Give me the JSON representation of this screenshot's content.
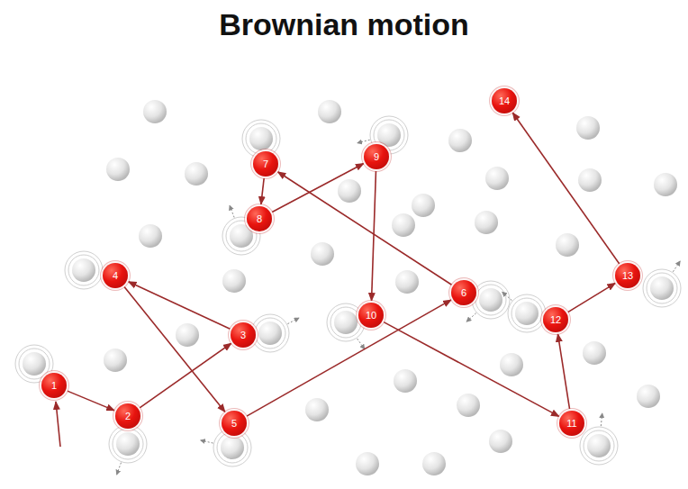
{
  "diagram": {
    "title": "Brownian motion",
    "nodes": [
      {
        "text": [
          "1"
        ]
      },
      {
        "text": [
          "2"
        ]
      },
      {
        "text": [
          "3"
        ]
      },
      {
        "text": [
          "4"
        ]
      },
      {
        "text": [
          "5"
        ]
      },
      {
        "text": [
          "6"
        ]
      },
      {
        "text": [
          "7"
        ]
      },
      {
        "text": [
          "8"
        ]
      },
      {
        "text": [
          "9"
        ]
      },
      {
        "text": [
          "10"
        ]
      },
      {
        "text": [
          "11"
        ]
      },
      {
        "text": [
          "12"
        ]
      },
      {
        "text": [
          "13"
        ]
      },
      {
        "text": [
          "14"
        ]
      }
    ],
    "edges": [
      {
        "from": 0,
        "to": 1,
        "arrow": "to"
      },
      {
        "from": 1,
        "to": 2,
        "arrow": "to"
      },
      {
        "from": 2,
        "to": 3,
        "arrow": "to"
      },
      {
        "from": 3,
        "to": 4,
        "arrow": "to"
      },
      {
        "from": 4,
        "to": 5,
        "arrow": "to"
      },
      {
        "from": 5,
        "to": 6,
        "arrow": "to"
      },
      {
        "from": 6,
        "to": 7,
        "arrow": "to"
      },
      {
        "from": 7,
        "to": 8,
        "arrow": "to"
      },
      {
        "from": 8,
        "to": 9,
        "arrow": "to"
      },
      {
        "from": 9,
        "to": 10,
        "arrow": "to"
      },
      {
        "from": 10,
        "to": 11,
        "arrow": "to"
      },
      {
        "from": 11,
        "to": 12,
        "arrow": "to"
      },
      {
        "from": 12,
        "to": 13,
        "arrow": "to"
      }
    ]
  }
}
